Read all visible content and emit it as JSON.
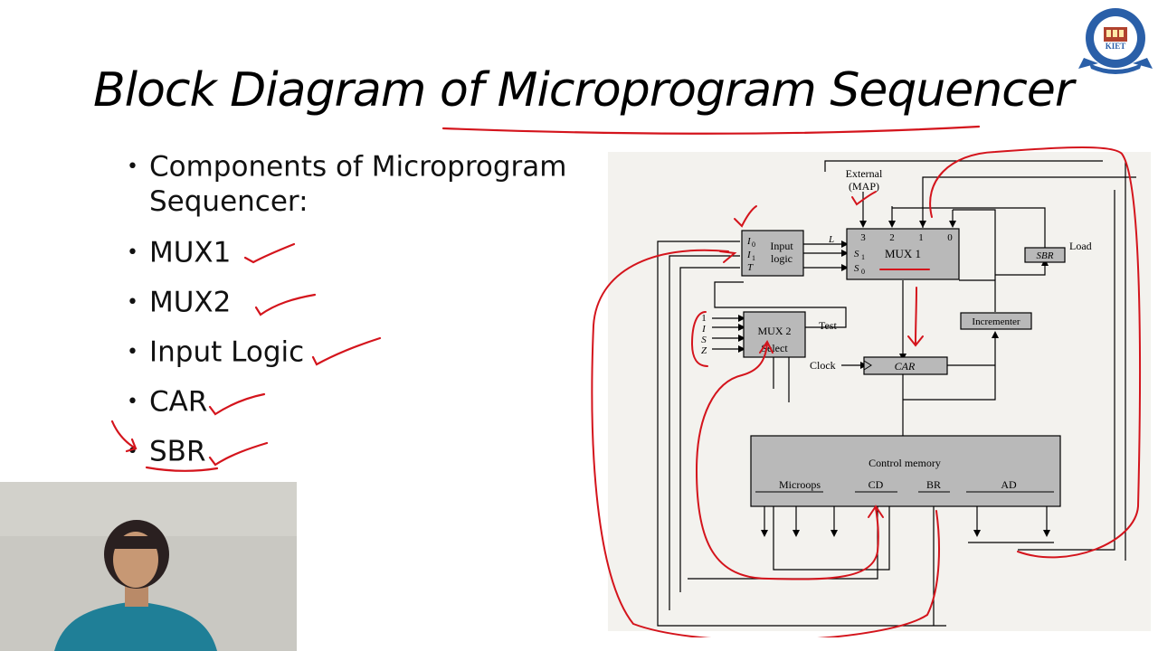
{
  "slide": {
    "title": "Block Diagram of Microprogram Sequencer",
    "intro_line1": "Components of Microprogram",
    "intro_line2": "Sequencer:",
    "components": [
      "MUX1",
      "MUX2",
      "Input Logic",
      "CAR",
      "SBR"
    ]
  },
  "logo": {
    "text": "KIET"
  },
  "diagram": {
    "external": "External",
    "map": "(MAP)",
    "mux1_inputs": [
      "3",
      "2",
      "1",
      "0"
    ],
    "mux1_label": "MUX 1",
    "s1": "S",
    "s1_sub": "1",
    "s0": "S",
    "s0_sub": "0",
    "l_label": "L",
    "input_logic_line1": "Input",
    "input_logic_line2": "logic",
    "i0": "I",
    "i0_sub": "0",
    "i1": "I",
    "i1_sub": "1",
    "t_label": "T",
    "sbr": "SBR",
    "load": "Load",
    "incrementer": "Incrementer",
    "mux2_line1": "MUX 2",
    "mux2_line2": "Select",
    "mux2_inputs": [
      "1",
      "I",
      "S",
      "Z"
    ],
    "test": "Test",
    "clock": "Clock",
    "car": "CAR",
    "control_memory": "Control memory",
    "fields": [
      "Microops",
      "CD",
      "BR",
      "AD"
    ]
  },
  "colors": {
    "ink": "#000000",
    "annotation": "#d4141c",
    "box_fill": "#b9b9b9",
    "page_bg": "#f3f2ee"
  }
}
